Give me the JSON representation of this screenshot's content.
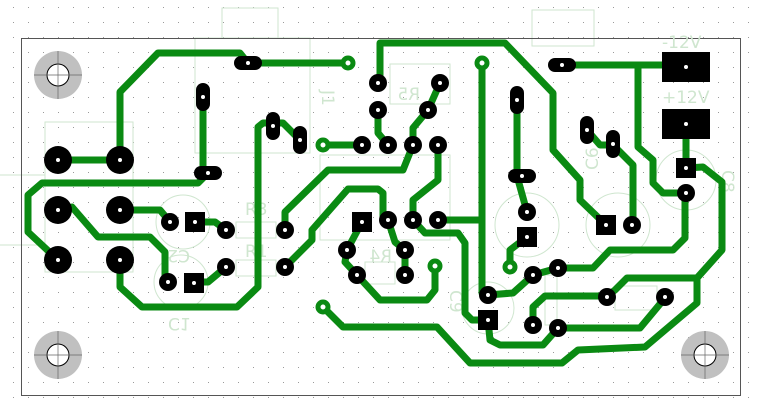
{
  "board": {
    "labels": {
      "neg12v": "-12V",
      "pos12v": "+12V",
      "c1": "C1",
      "c2": "C2",
      "c6": "C6",
      "c8": "C8",
      "c9": "C9",
      "r1": "R1",
      "r3": "R3",
      "r4": "R4",
      "r5": "R5",
      "j1": "J1"
    },
    "colors": {
      "copper": "#0a8a12",
      "pad": "#000000",
      "silkscreen": "#cfe6cf",
      "outline": "#555555",
      "mount_hole": "#c0c0c0"
    }
  }
}
